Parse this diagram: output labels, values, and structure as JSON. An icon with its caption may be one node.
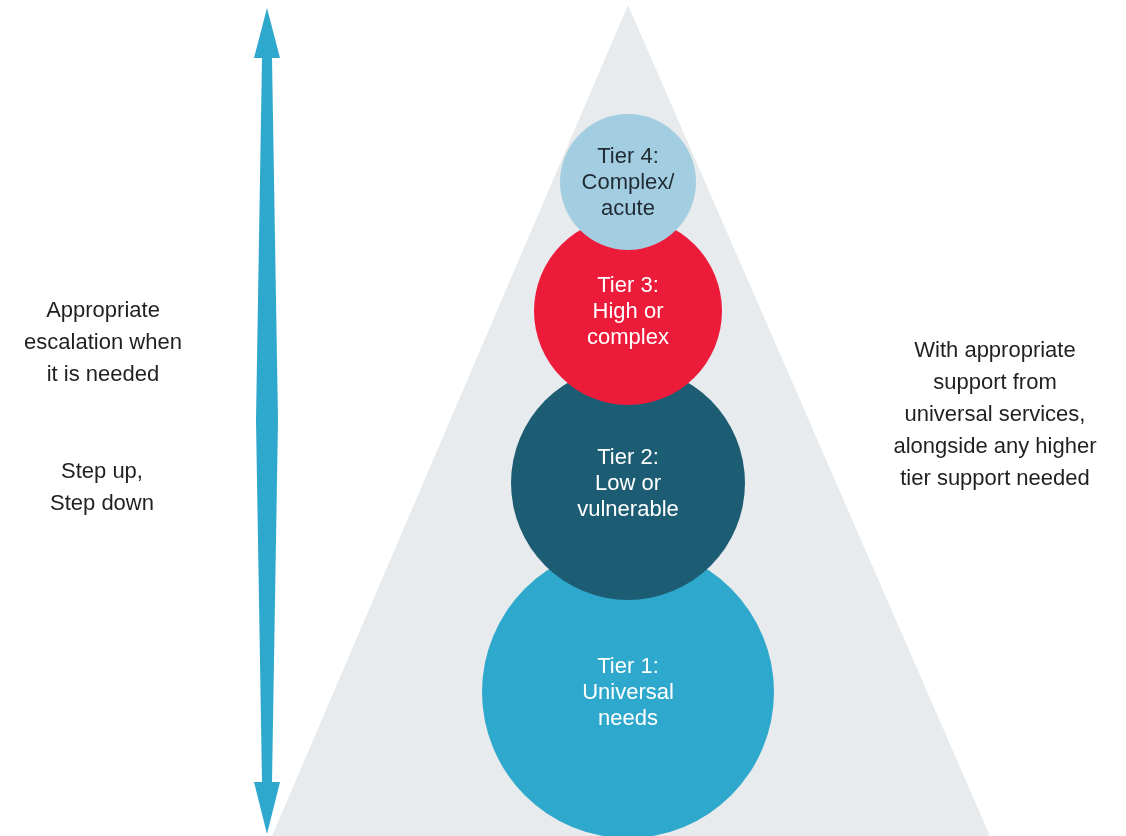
{
  "diagram": {
    "nodes": [
      {
        "text": [
          "Tier 4:",
          "Complex/ acute"
        ]
      },
      {
        "text": [
          "Tier 3:",
          "High or complex"
        ]
      },
      {
        "text": [
          "Tier 2:",
          "Low or vulnerable"
        ]
      },
      {
        "text": [
          "Tier 1:",
          "Universal needs"
        ]
      }
    ],
    "labels": [
      "Appropriate escalation when it is needed",
      "Step up, Step down",
      "With appropriate support from universal services, alongside any higher tier support needed"
    ]
  }
}
